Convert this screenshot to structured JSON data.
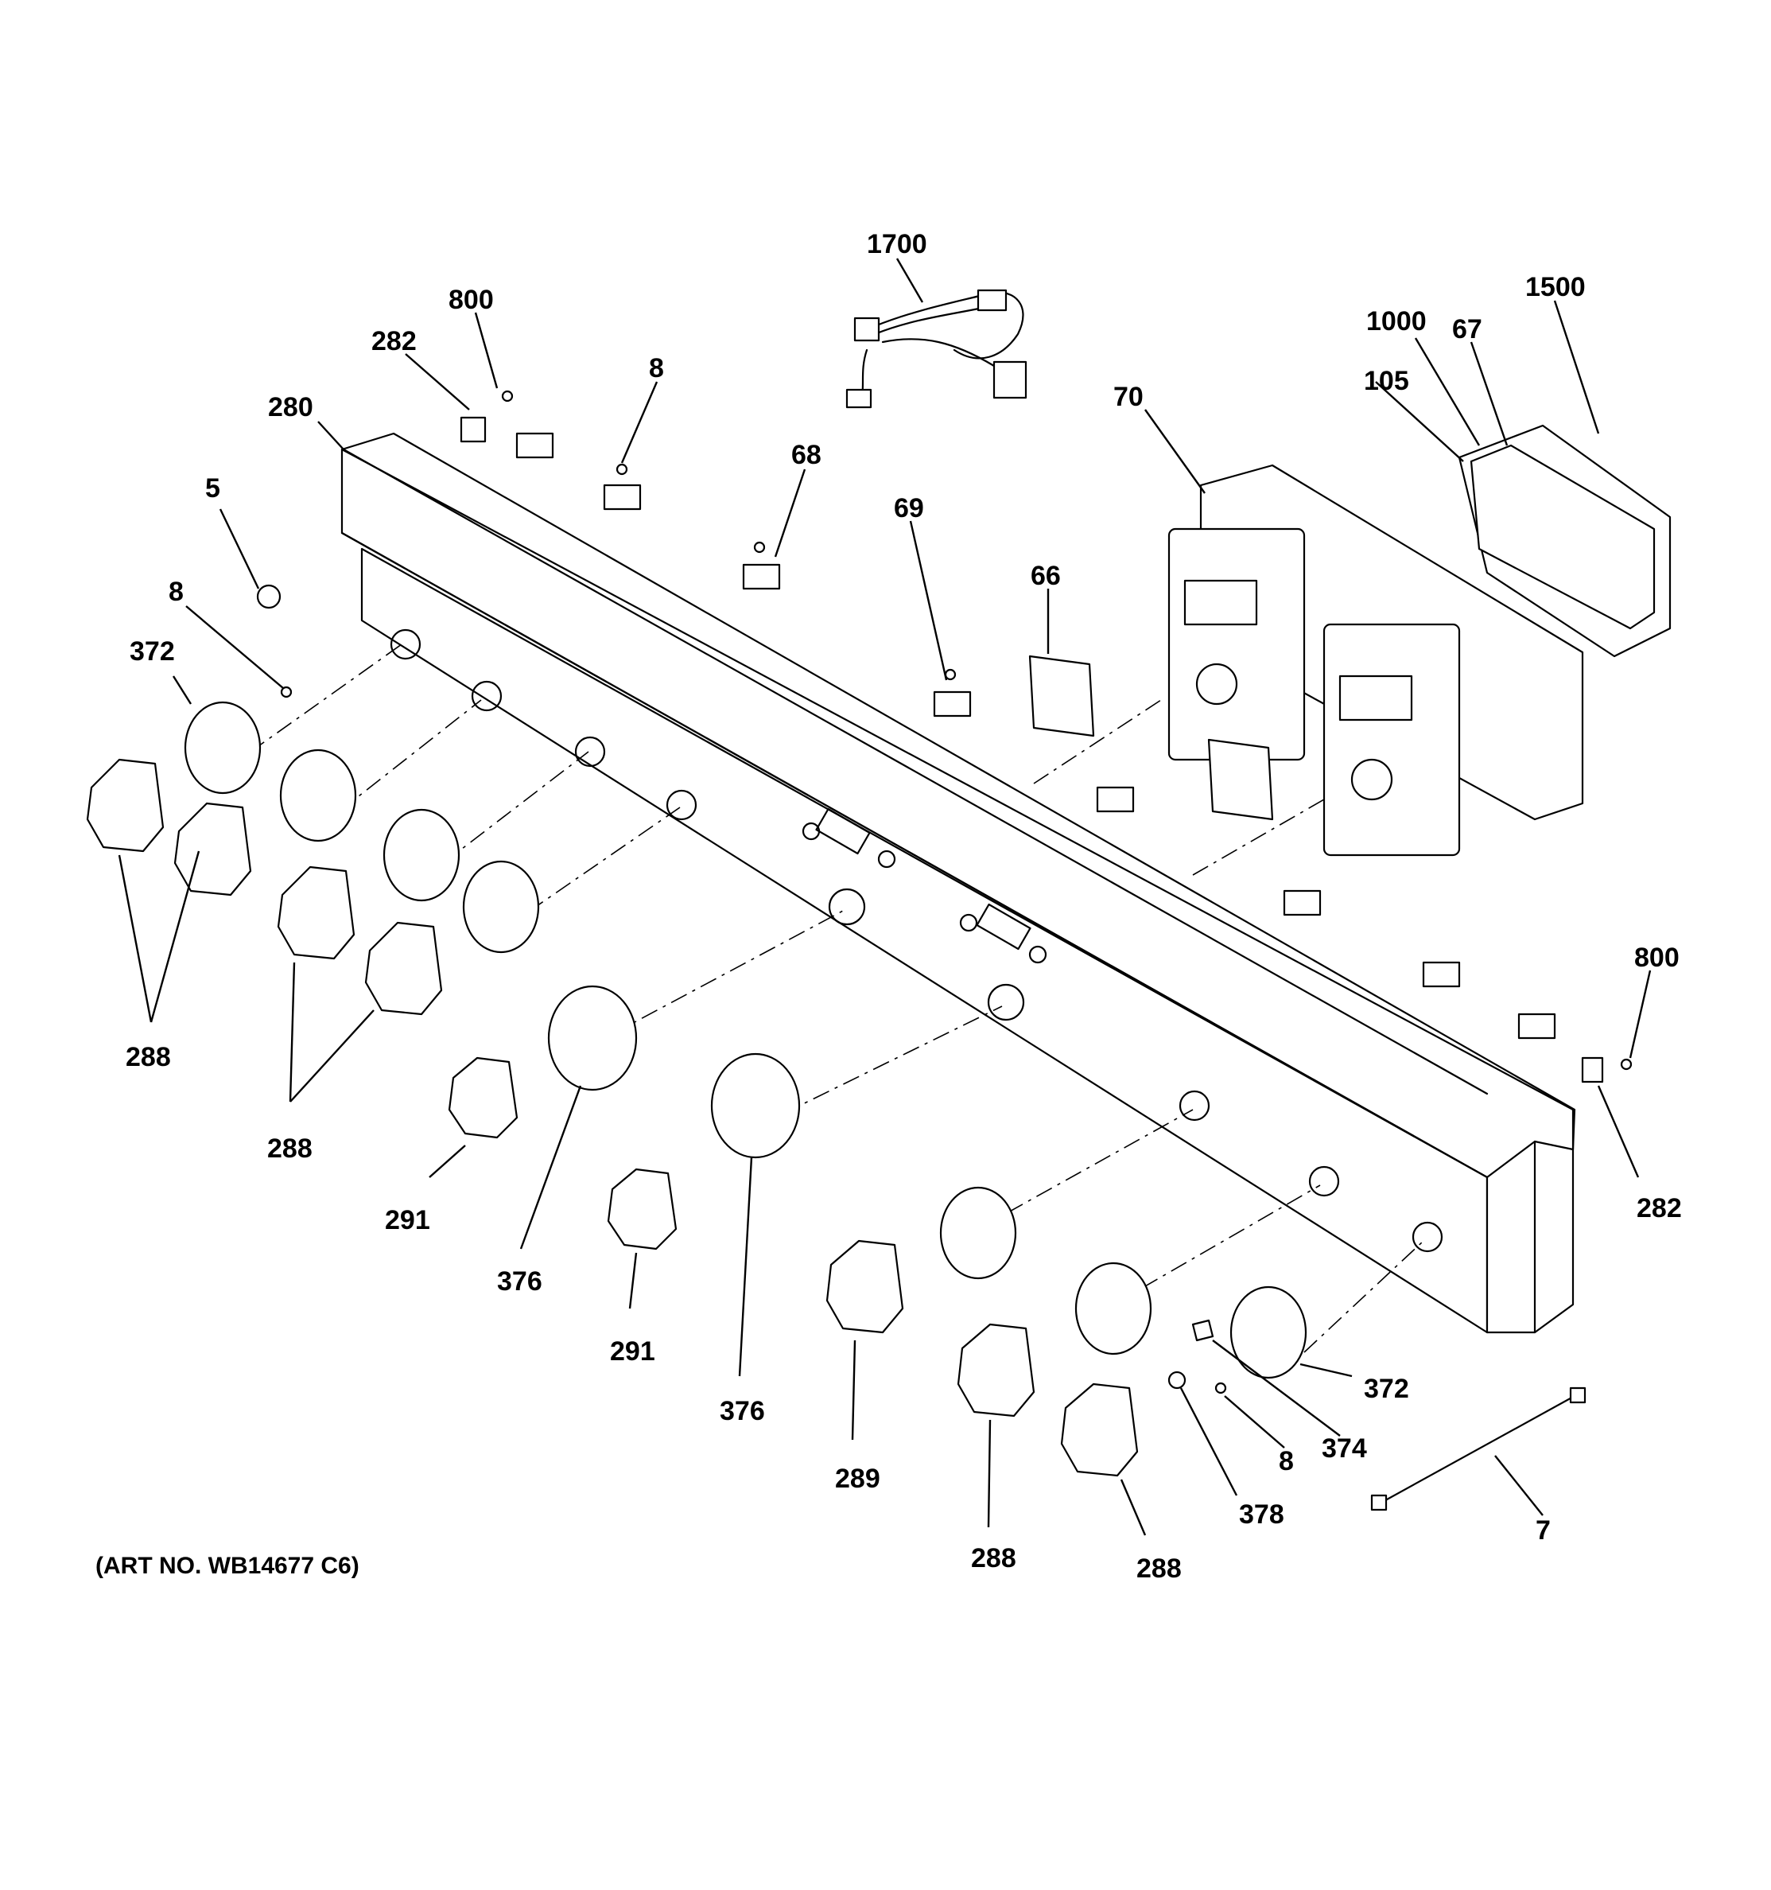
{
  "callouts": [
    {
      "id": "c1700",
      "text": "1700"
    },
    {
      "id": "c1500",
      "text": "1500"
    },
    {
      "id": "c1000",
      "text": "1000"
    },
    {
      "id": "c67",
      "text": "67"
    },
    {
      "id": "c105",
      "text": "105"
    },
    {
      "id": "c70",
      "text": "70"
    },
    {
      "id": "c800a",
      "text": "800"
    },
    {
      "id": "c282a",
      "text": "282"
    },
    {
      "id": "c280",
      "text": "280"
    },
    {
      "id": "c8a",
      "text": "8"
    },
    {
      "id": "c68",
      "text": "68"
    },
    {
      "id": "c69",
      "text": "69"
    },
    {
      "id": "c66",
      "text": "66"
    },
    {
      "id": "c5",
      "text": "5"
    },
    {
      "id": "c8b",
      "text": "8"
    },
    {
      "id": "c372a",
      "text": "372"
    },
    {
      "id": "c288a",
      "text": "288"
    },
    {
      "id": "c288b",
      "text": "288"
    },
    {
      "id": "c291a",
      "text": "291"
    },
    {
      "id": "c376a",
      "text": "376"
    },
    {
      "id": "c291b",
      "text": "291"
    },
    {
      "id": "c376b",
      "text": "376"
    },
    {
      "id": "c289",
      "text": "289"
    },
    {
      "id": "c288c",
      "text": "288"
    },
    {
      "id": "c288d",
      "text": "288"
    },
    {
      "id": "c800b",
      "text": "800"
    },
    {
      "id": "c282b",
      "text": "282"
    },
    {
      "id": "c372b",
      "text": "372"
    },
    {
      "id": "c374",
      "text": "374"
    },
    {
      "id": "c8c",
      "text": "8"
    },
    {
      "id": "c378",
      "text": "378"
    },
    {
      "id": "c7",
      "text": "7"
    }
  ],
  "art_number": "(ART NO. WB14677 C6)"
}
